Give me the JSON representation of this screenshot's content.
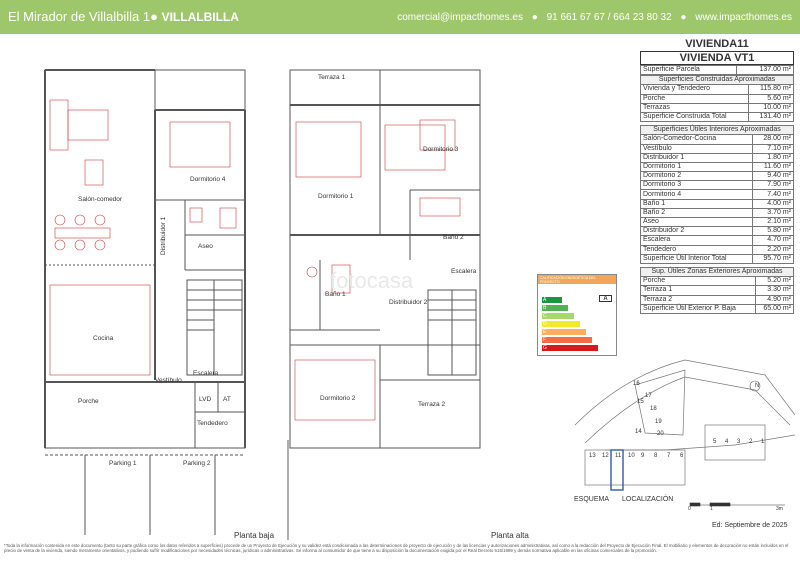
{
  "header": {
    "title": "El Mirador de Villalbilla 1",
    "title_dot": "●",
    "city": "VILLALBILLA",
    "email": "comercial@impacthomes.es",
    "phone_icon": "phone-icon",
    "phone_bullet": "●",
    "phones": "91 661 67 67 / 664 23 80 32",
    "web_bullet": "●",
    "web": "www.impacthomes.es",
    "bg_color": "#9dc76a"
  },
  "panel": {
    "vivienda": "VIVIENDA11",
    "tipo": "VIVIENDA VT1",
    "parcela": {
      "label": "Superficie Parcela",
      "value": "137.00 m²"
    },
    "construidas": {
      "title": "Superficies Construidas Aproximadas",
      "rows": [
        {
          "label": "Vivienda y Tendedero",
          "value": "115.80 m²"
        },
        {
          "label": "Porche",
          "value": "5.60 m²"
        },
        {
          "label": "Terrazas",
          "value": "10.00 m²"
        }
      ],
      "total": {
        "label": "Superficie Construida Total",
        "value": "131.40 m²"
      }
    },
    "utiles": {
      "title": "Superficies Útiles Interiores Aproximadas",
      "rows": [
        {
          "label": "Salón-Comedor-Cocina",
          "value": "28.00 m²"
        },
        {
          "label": "Vestíbulo",
          "value": "7.10 m²"
        },
        {
          "label": "Distribuidor 1",
          "value": "1.80 m²"
        },
        {
          "label": "Dormitorio 1",
          "value": "11.60 m²"
        },
        {
          "label": "Dormitorio 2",
          "value": "9.40 m²"
        },
        {
          "label": "Dormitorio 3",
          "value": "7.90 m²"
        },
        {
          "label": "Dormitorio 4",
          "value": "7.40 m²"
        },
        {
          "label": "Baño 1",
          "value": "4.00 m²"
        },
        {
          "label": "Baño 2",
          "value": "3.70 m²"
        },
        {
          "label": "Aseo",
          "value": "2.10 m²"
        },
        {
          "label": "Distribuidor 2",
          "value": "5.80 m²"
        },
        {
          "label": "Escalera",
          "value": "4.70 m²"
        },
        {
          "label": "Tendedero",
          "value": "2.20 m²"
        }
      ],
      "total": {
        "label": "Superficie Útil Interior Total",
        "value": "95.70 m²"
      }
    },
    "exteriores": {
      "title": "Sup. Útiles Zonas Exteriores Aproximadas",
      "rows": [
        {
          "label": "Porche",
          "value": "5.20 m²"
        },
        {
          "label": "Terraza 1",
          "value": "3.30 m²"
        },
        {
          "label": "Terraza 2",
          "value": "4.90 m²"
        }
      ],
      "total": {
        "label": "Superficie Útil Exterior P. Baja",
        "value": "65.00 m²"
      }
    }
  },
  "energy": {
    "title": "CALIFICACIÓN ENERGÉTICA DEL PROYECTO",
    "rating": "A",
    "letters": [
      "A",
      "B",
      "C",
      "D",
      "E",
      "F",
      "G"
    ],
    "colors": [
      "#1a9641",
      "#52b151",
      "#a6d96a",
      "#f3e92b",
      "#fdae61",
      "#f46d43",
      "#d7191c"
    ]
  },
  "rooms": {
    "salon": "Salón-comedor",
    "dormitorio4": "Dormitorio 4",
    "distribuidor1": "Distribuidor 1",
    "aseo": "Aseo",
    "cocina": "Cocina",
    "escalera": "Escalera",
    "vestibulo": "Vestíbulo",
    "porche": "Porche",
    "lvd": "LVD",
    "at": "AT",
    "tendedero": "Tendedero",
    "parking1": "Parking 1",
    "parking2": "Parking 2",
    "terraza1": "Terraza 1",
    "dormitorio1": "Dormitorio 1",
    "dormitorio3": "Dormitorio 3",
    "bano2": "Baño 2",
    "escalera2": "Escalera",
    "bano1": "Baño 1",
    "distribuidor2": "Distribuidor 2",
    "dormitorio2": "Dormitorio 2",
    "terraza2": "Terraza 2"
  },
  "plan_labels": {
    "baja": "Planta baja",
    "alta": "Planta alta"
  },
  "watermark": "fotocasa",
  "location": {
    "esquema": "ESQUEMA",
    "localizacion": "LOCALIZACIÓN",
    "north": "N",
    "lots_row": [
      "13",
      "12",
      "11",
      "10",
      "9",
      "8",
      "7",
      "6"
    ],
    "lots_right": [
      "5",
      "4",
      "3",
      "2",
      "1"
    ],
    "lots_top": [
      "16",
      "15",
      "17",
      "18",
      "19",
      "14",
      "20"
    ],
    "scale": [
      "0",
      "1",
      "3m"
    ]
  },
  "edition": "Ed: Septiembre de 2025",
  "footer": "*Toda la información contenida en este documento (tanto su parte gráfica como los datos referidos a superficies) procede de un Proyecto de Ejecución y su validez está condicionada a las determinaciones de proyecto de ejecución y de las licencias y autorizaciones administrativas, así como a la redacción del Proyecto de Ejecución Final. El mobiliario y elementos de decoración no están incluidos en el precio de venta de la vivienda, siendo meramente orientativos, y pudiendo sufrir modificaciones por necesidades técnicas, jurídicas o administrativas. Se informa al consumidor de que tiene a su disposición la documentación exigida por el Real Decreto 515/1989 y demás normativa aplicable en las oficinas comerciales de la promoción."
}
